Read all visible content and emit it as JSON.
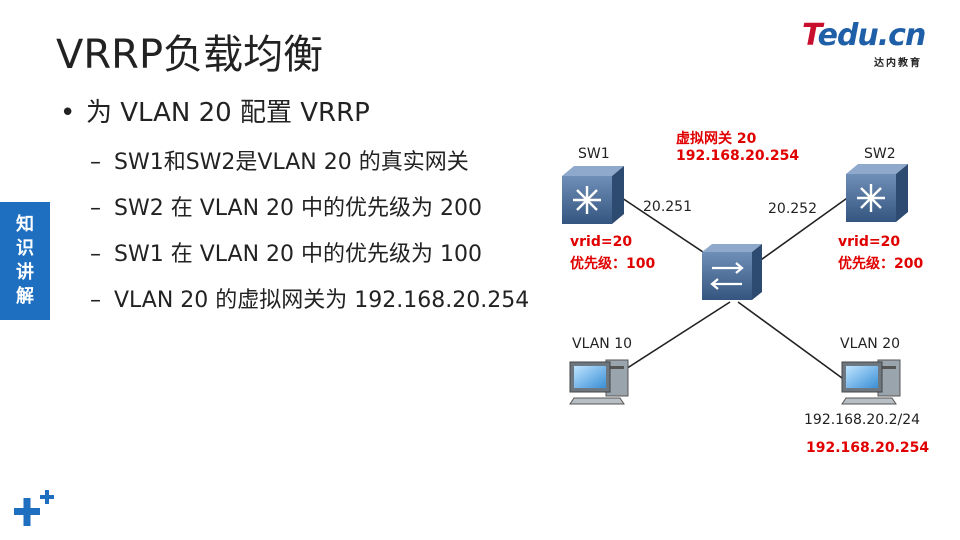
{
  "title": "VRRP负载均衡",
  "logo": {
    "brand_t": "T",
    "brand_rest": "edu.cn",
    "subtitle": "达内教育"
  },
  "side_tab": [
    "知",
    "识",
    "讲",
    "解"
  ],
  "bullet_main": "为 VLAN 20 配置 VRRP",
  "bullets": [
    "SW1和SW2是VLAN 20 的真实网关",
    "SW2 在 VLAN 20 中的优先级为 200",
    "SW1 在 VLAN 20 中的优先级为 100",
    "VLAN 20 的虚拟网关为 192.168.20.254"
  ],
  "diagram": {
    "sw1_label": "SW1",
    "sw2_label": "SW2",
    "virtual_gw_title": "虚拟网关 20",
    "virtual_gw_ip": "192.168.20.254",
    "sw1_ip": "20.251",
    "sw2_ip": "20.252",
    "sw1_vrid": "vrid=20",
    "sw1_priority": "优先级：100",
    "sw2_vrid": "vrid=20",
    "sw2_priority": "优先级：200",
    "pc1_label": "VLAN 10",
    "pc2_label": "VLAN 20",
    "pc2_ip": "192.168.20.2/24",
    "pc2_gateway": "192.168.20.254"
  },
  "colors": {
    "accent_blue": "#1e6fc0",
    "highlight_red": "#e00000",
    "device_blue": "#3b5f8a"
  }
}
